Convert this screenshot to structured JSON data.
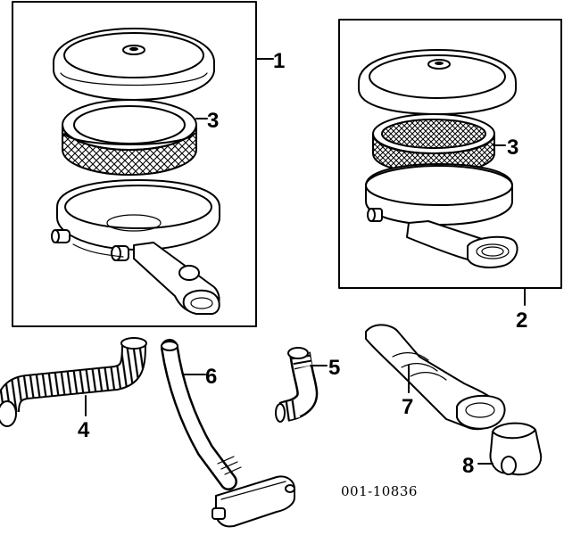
{
  "diagram": {
    "callouts": [
      {
        "id": "c1",
        "label": "1"
      },
      {
        "id": "c2",
        "label": "2"
      },
      {
        "id": "c3a",
        "label": "3"
      },
      {
        "id": "c3b",
        "label": "3"
      },
      {
        "id": "c4",
        "label": "4"
      },
      {
        "id": "c5",
        "label": "5"
      },
      {
        "id": "c6",
        "label": "6"
      },
      {
        "id": "c7",
        "label": "7"
      },
      {
        "id": "c8",
        "label": "8"
      }
    ],
    "drawing_number": "001-10836"
  }
}
